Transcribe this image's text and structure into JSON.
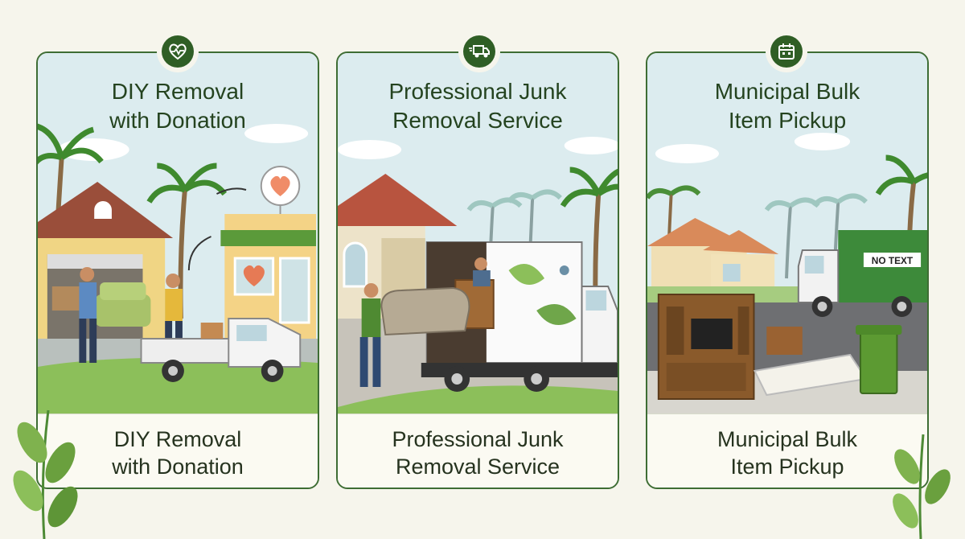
{
  "panels": [
    {
      "icon": "heart-pulse-icon",
      "title_line1": "DIY Removal",
      "title_line2": "with Donation",
      "caption_line1": "DIY Removal",
      "caption_line2": "with Donation"
    },
    {
      "icon": "truck-icon",
      "title_line1": "Professional Junk",
      "title_line2": "Removal Service",
      "caption_line1": "Professional Junk",
      "caption_line2": "Removal Service"
    },
    {
      "icon": "calendar-icon",
      "title_line1": "Municipal Bulk",
      "title_line2": "Item Pickup",
      "caption_line1": "Municipal Bulk",
      "caption_line2": "Item Pickup",
      "truck_sign": "NO TEXT"
    }
  ],
  "colors": {
    "border": "#3e6d34",
    "icon_bg": "#2f5e25",
    "title": "#24431f",
    "sky": "#dcecef",
    "grass": "#8cbf5a"
  }
}
